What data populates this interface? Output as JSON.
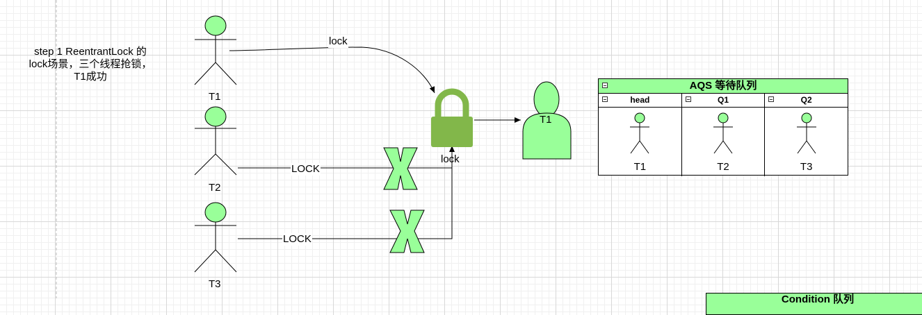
{
  "note": {
    "text": "step 1 ReentrantLock 的lock场景，三个线程抢锁，T1成功"
  },
  "threads": [
    {
      "id": "t1",
      "label": "T1"
    },
    {
      "id": "t2",
      "label": "T2"
    },
    {
      "id": "t3",
      "label": "T3"
    }
  ],
  "edges": {
    "t1_label": "lock",
    "t2_label": "LOCK",
    "t3_label": "LOCK"
  },
  "lock": {
    "label": "lock",
    "color": "#82b74a"
  },
  "owner": {
    "label": "T1",
    "color": "#99ff99"
  },
  "aqs": {
    "title": "AQS 等待队列",
    "lanes": [
      {
        "header": "head",
        "thread": "T1"
      },
      {
        "header": "Q1",
        "thread": "T2"
      },
      {
        "header": "Q2",
        "thread": "T3"
      }
    ]
  },
  "condition": {
    "title": "Condition 队列"
  },
  "colors": {
    "actor_head": "#99ff99",
    "cross": "#99ff99",
    "header_fill": "#99ff99"
  }
}
